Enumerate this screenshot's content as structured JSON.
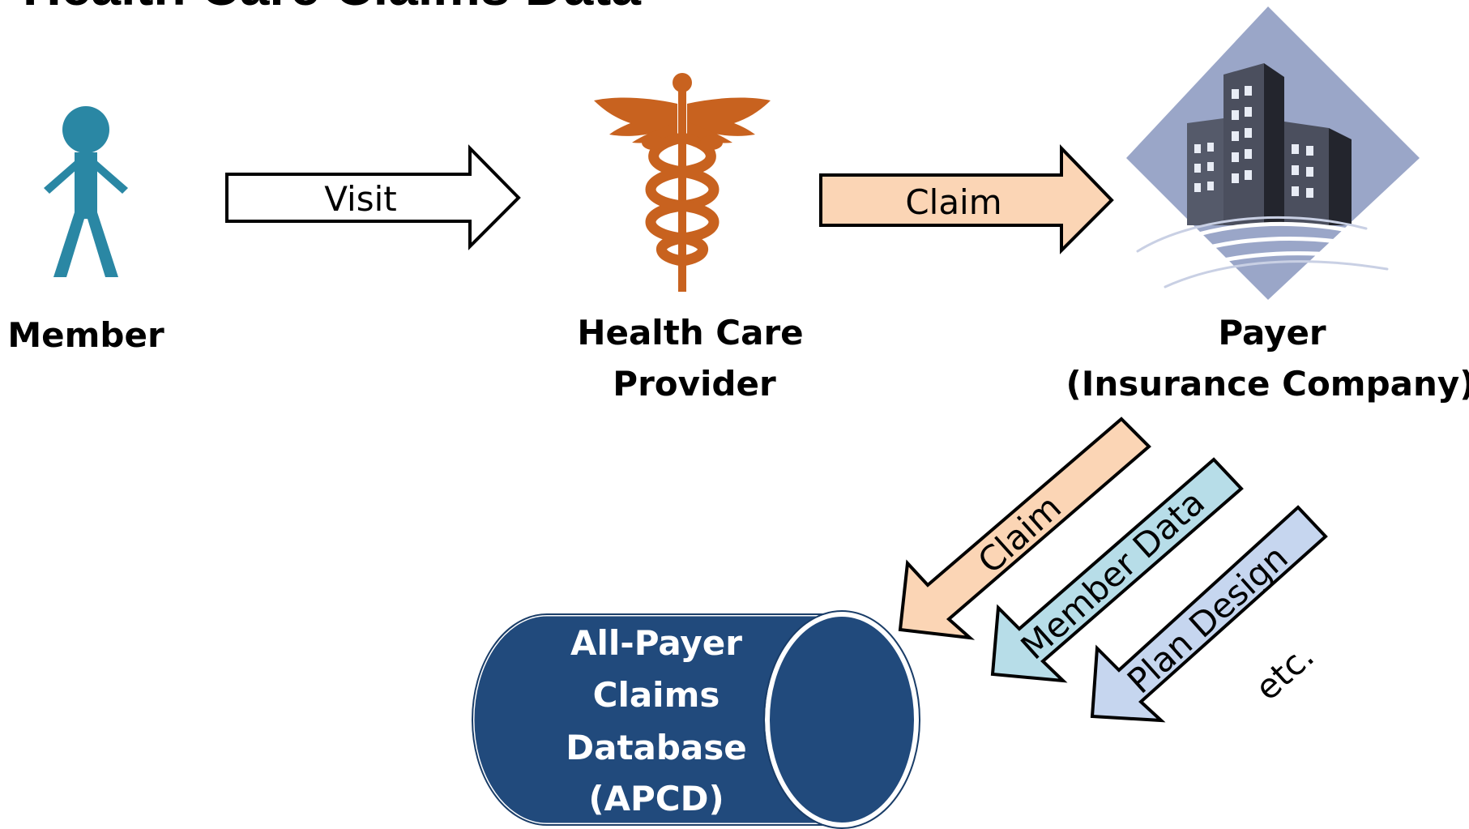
{
  "title": "Health Care Claims Data",
  "nodes": {
    "member": {
      "label": "Member"
    },
    "provider": {
      "label_line1": "Health Care",
      "label_line2": "Provider"
    },
    "payer": {
      "label_line1": "Payer",
      "label_line2": "(Insurance Company)"
    },
    "database": {
      "label_line1": "All-Payer",
      "label_line2": "Claims",
      "label_line3": "Database",
      "label_line4": "(APCD)"
    }
  },
  "arrows": {
    "visit": "Visit",
    "claim_top": "Claim",
    "claim_diag": "Claim",
    "member_data": "Member Data",
    "plan_design": "Plan Design",
    "etc": "etc."
  },
  "colors": {
    "member_figure": "#2a87a4",
    "caduceus": "#c8621f",
    "claim_arrow": "#fbd5b5",
    "member_data_arrow": "#b7dde8",
    "plan_design_arrow": "#c6d6ef",
    "database_fill": "#214a7c",
    "building_diamond": "#9aa6c8",
    "building": "#3a3d4a"
  }
}
